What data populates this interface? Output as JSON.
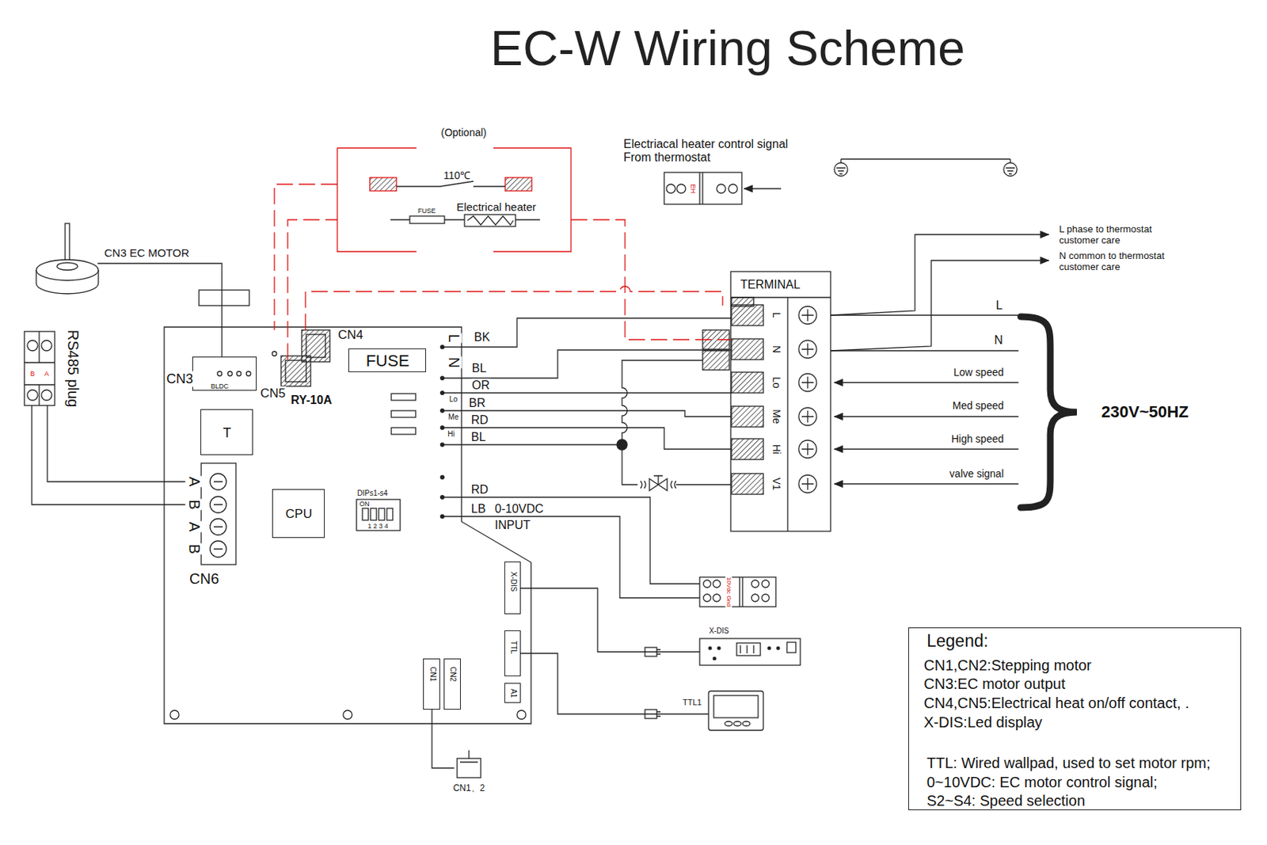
{
  "diagram": {
    "title": "EC-W Wiring Scheme",
    "nodes": [
      {
        "text": [
          "CN3 EC MOTOR"
        ]
      },
      {
        "text": [
          "CN3",
          "BLDC"
        ]
      },
      {
        "text": [
          "T"
        ]
      },
      {
        "text": [
          "CPU"
        ]
      },
      {
        "text": [
          "FUSE"
        ]
      },
      {
        "text": [
          "CN4",
          "CN5",
          "RY-10A"
        ]
      },
      {
        "text": [
          "A",
          "B",
          "A",
          "B",
          "CN6"
        ]
      },
      {
        "text": [
          "RS485 plug",
          "B",
          "A"
        ]
      },
      {
        "text": [
          "DIPs1-s4",
          "ON",
          "1 2 3 4"
        ]
      },
      {
        "text": [
          "X-DIS"
        ]
      },
      {
        "text": [
          "TTL"
        ]
      },
      {
        "text": [
          "A1"
        ]
      },
      {
        "text": [
          "CN1"
        ]
      },
      {
        "text": [
          "CN2"
        ]
      },
      {
        "text": [
          "CN1、2"
        ]
      },
      {
        "text": [
          "(Optional)",
          "110℃",
          "FUSE",
          "Electrical heater"
        ]
      },
      {
        "text": [
          "Electriacal heater control signal From thermostat",
          "EH"
        ]
      },
      {
        "text": [
          "TERMINAL",
          "L",
          "N",
          "Lo",
          "Me",
          "Hi",
          "V1"
        ]
      },
      {
        "text": [
          "10Vdc Gnd"
        ]
      },
      {
        "text": [
          "X-DIS"
        ]
      },
      {
        "text": [
          "TTL1"
        ]
      }
    ],
    "edges": [
      {
        "from": 0,
        "to": 1,
        "arrow": "none"
      },
      {
        "from": 7,
        "to": 6,
        "arrow": "none"
      },
      {
        "from": 9,
        "to": 19,
        "arrow": "none"
      },
      {
        "from": 10,
        "to": 20,
        "arrow": "none"
      },
      {
        "from": 12,
        "to": 14,
        "arrow": "none"
      },
      {
        "from": 15,
        "to": 5,
        "arrow": "none"
      },
      {
        "from": 15,
        "to": 17,
        "arrow": "none"
      }
    ],
    "labels": [
      "BK",
      "BL",
      "OR",
      "BR",
      "RD",
      "BL",
      "RD",
      "LB",
      "0-10VDC",
      "INPUT",
      "L",
      "N",
      "Lo",
      "Me",
      "Hi",
      "L phase to thermostat customer care",
      "N common to thermostat customer care",
      "L",
      "N",
      "Low speed",
      "Med speed",
      "High speed",
      "valve signal",
      "230V~50HZ",
      "Legend:"
    ],
    "legend": [
      {
        "text": "CN1,CN2:Stepping motor"
      },
      {
        "text": "CN3:EC motor output"
      },
      {
        "text": "CN4,CN5:Electrical heat on/off contact, ."
      },
      {
        "text": "X-DIS:Led display"
      },
      {
        "text": "TTL: Wired wallpad, used to set motor rpm;"
      },
      {
        "text": "0~10VDC: EC motor control signal;"
      },
      {
        "text": "S2~S4: Speed selection"
      }
    ]
  }
}
